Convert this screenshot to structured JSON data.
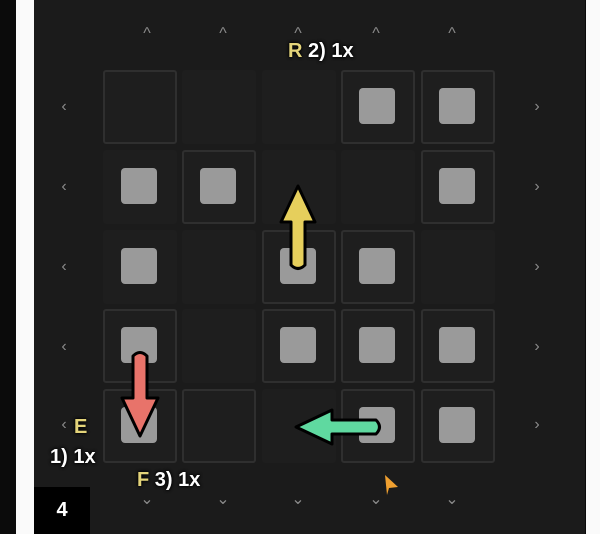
{
  "level": "4",
  "grid": [
    [
      {
        "block": false,
        "border": true
      },
      {
        "block": false,
        "border": false
      },
      {
        "block": false,
        "border": false
      },
      {
        "block": true,
        "border": true
      },
      {
        "block": true,
        "border": true
      }
    ],
    [
      {
        "block": true,
        "border": false
      },
      {
        "block": true,
        "border": true
      },
      {
        "block": false,
        "border": false
      },
      {
        "block": false,
        "border": false
      },
      {
        "block": true,
        "border": true
      }
    ],
    [
      {
        "block": true,
        "border": false
      },
      {
        "block": false,
        "border": false
      },
      {
        "block": true,
        "border": true
      },
      {
        "block": true,
        "border": true
      },
      {
        "block": false,
        "border": false
      }
    ],
    [
      {
        "block": true,
        "border": true
      },
      {
        "block": false,
        "border": false
      },
      {
        "block": true,
        "border": true
      },
      {
        "block": true,
        "border": true
      },
      {
        "block": true,
        "border": true
      }
    ],
    [
      {
        "block": true,
        "border": true
      },
      {
        "block": false,
        "border": true
      },
      {
        "block": false,
        "border": false
      },
      {
        "block": true,
        "border": true
      },
      {
        "block": true,
        "border": true
      }
    ]
  ],
  "chevrons": {
    "up": "^",
    "down": "⌄",
    "left": "‹",
    "right": "›"
  },
  "moves": [
    {
      "key": "E",
      "text": "1) 1x",
      "color": "#e8736a",
      "direction": "down"
    },
    {
      "key": "R",
      "text": "2) 1x",
      "color": "#e6cf5c",
      "direction": "up"
    },
    {
      "key": "F",
      "text": "3) 1x",
      "color": "#5fd9a0",
      "direction": "left"
    }
  ],
  "colors": {
    "cursor": "#f0a030",
    "key": "#e4d47a"
  }
}
